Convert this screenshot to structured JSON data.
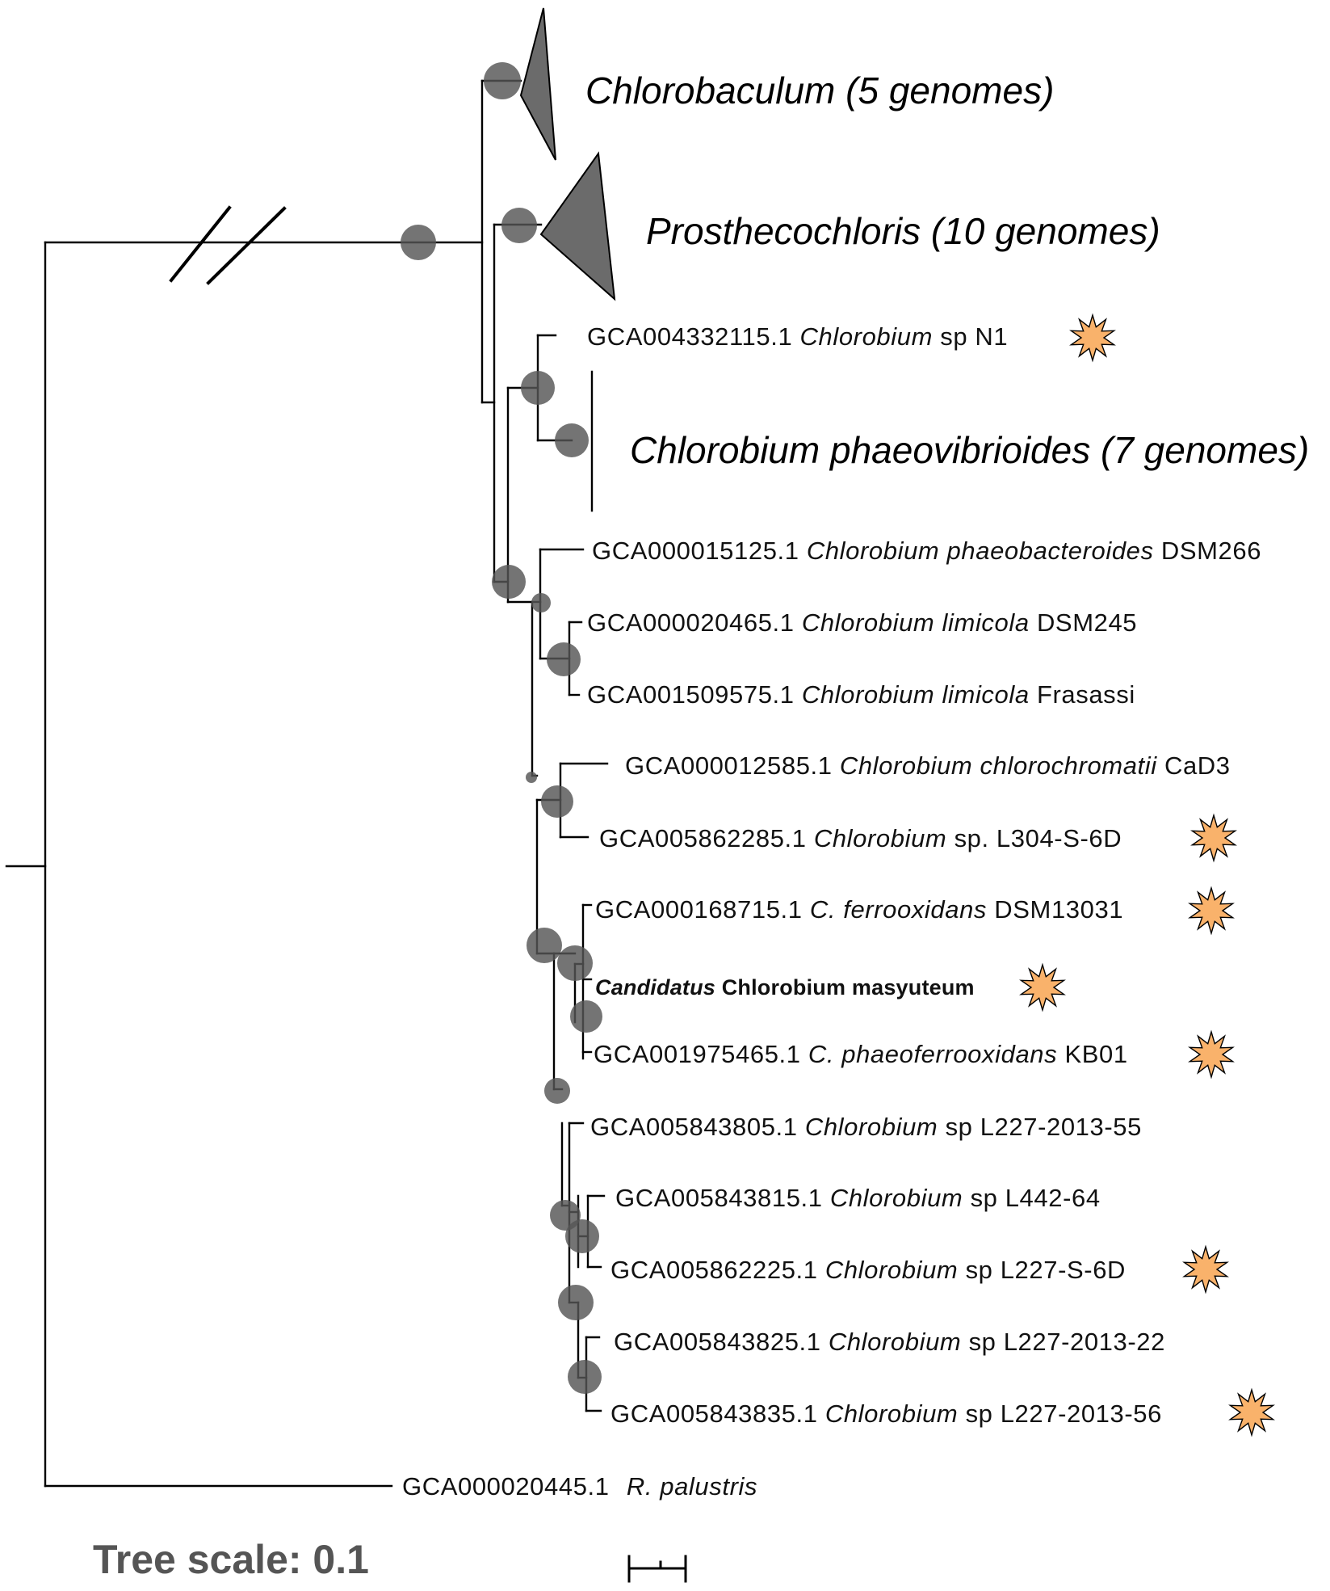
{
  "colors": {
    "node": "#555555",
    "clade": "#6b6b6b",
    "star": "#f9b26b",
    "scale_text": "#555555"
  },
  "clades": [
    {
      "genus": "Chlorobaculum",
      "suffix": "(5 genomes)"
    },
    {
      "genus": "Prosthecochloris",
      "suffix": "(10 genomes)"
    },
    {
      "genus": "Chlorobium phaeovibrioides",
      "suffix": "(7 genomes)"
    }
  ],
  "leaves": [
    {
      "accession": "GCA004332115.1",
      "genus": "Chlorobium",
      "strain": "sp N1",
      "star": true
    },
    {
      "accession": "GCA000015125.1",
      "genus": "Chlorobium phaeobacteroides",
      "strain": "DSM266",
      "star": false
    },
    {
      "accession": "GCA000020465.1",
      "genus": "Chlorobium limicola",
      "strain": "DSM245",
      "star": false
    },
    {
      "accession": "GCA001509575.1",
      "genus": "Chlorobium limicola",
      "strain": "Frasassi",
      "star": false
    },
    {
      "accession": "GCA000012585.1",
      "genus": "Chlorobium chlorochromatii",
      "strain": "CaD3",
      "star": false
    },
    {
      "accession": "GCA005862285.1",
      "genus": "Chlorobium",
      "strain": "sp. L304-S-6D",
      "star": true
    },
    {
      "accession": "GCA000168715.1",
      "genus": "C. ferrooxidans",
      "strain": "DSM13031",
      "star": true
    },
    {
      "accession": "",
      "genus": "Candidatus",
      "strain": "Chlorobium masyuteum",
      "star": true
    },
    {
      "accession": "GCA001975465.1",
      "genus": "C. phaeoferrooxidans",
      "strain": "KB01",
      "star": true
    },
    {
      "accession": "GCA005843805.1",
      "genus": "Chlorobium",
      "strain": "sp L227-2013-55",
      "star": false
    },
    {
      "accession": "GCA005843815.1",
      "genus": "Chlorobium",
      "strain": "sp L442-64",
      "star": false
    },
    {
      "accession": "GCA005862225.1",
      "genus": "Chlorobium",
      "strain": "sp L227-S-6D",
      "star": true
    },
    {
      "accession": "GCA005843825.1",
      "genus": "Chlorobium",
      "strain": "sp L227-2013-22",
      "star": false
    },
    {
      "accession": "GCA005843835.1",
      "genus": "Chlorobium",
      "strain": "sp L227-2013-56",
      "star": true
    },
    {
      "accession": "GCA000020445.1",
      "genus": "R. palustris",
      "strain": "",
      "star": false
    }
  ],
  "scale": {
    "title": "Tree scale: 0.1"
  }
}
